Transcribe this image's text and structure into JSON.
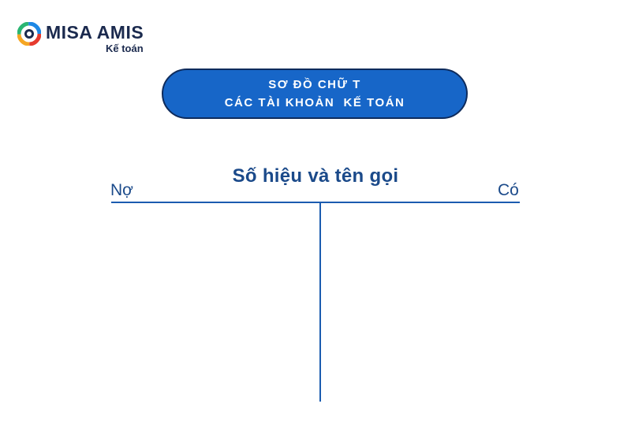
{
  "logo": {
    "icon": "misa-amis-logo-icon",
    "brand": "MISA AMIS",
    "product": "Kế toán"
  },
  "banner": {
    "line1": "SƠ ĐỒ CHỮ T",
    "line2": "CÁC TÀI KHOẢN  KẾ TOÁN"
  },
  "t_account": {
    "title": "Số hiệu và tên gọi",
    "debit_label": "Nợ",
    "credit_label": "Có"
  },
  "colors": {
    "banner_fill": "#1766c8",
    "banner_border": "#0e2b5c",
    "text_primary": "#1b4a8a",
    "line": "#1b5cb0"
  }
}
